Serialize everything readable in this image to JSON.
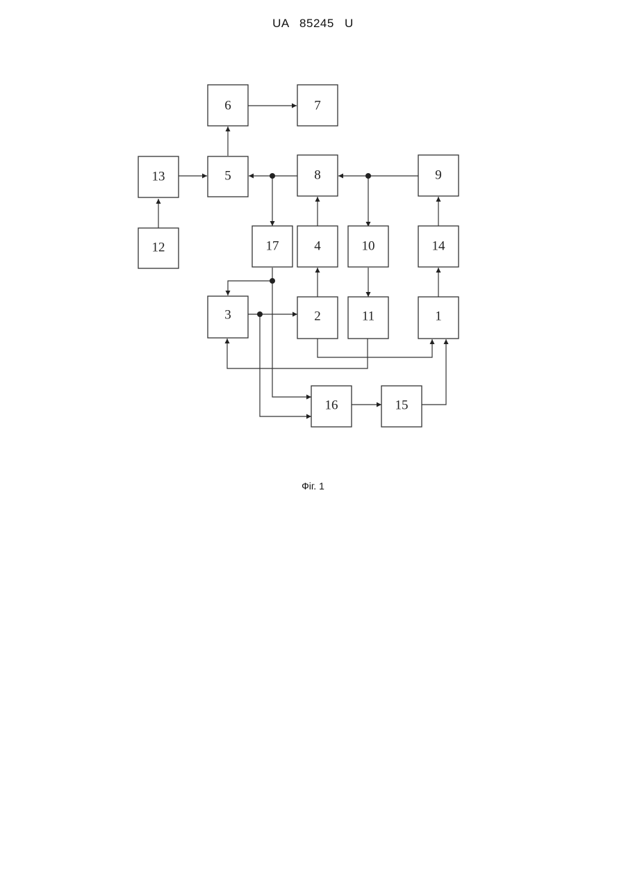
{
  "header": {
    "document_id": "UA   85245   U"
  },
  "figure": {
    "caption": "Фіг. 1",
    "blocks": [
      "1",
      "2",
      "3",
      "4",
      "5",
      "6",
      "7",
      "8",
      "9",
      "10",
      "11",
      "12",
      "13",
      "14",
      "15",
      "16",
      "17"
    ]
  }
}
